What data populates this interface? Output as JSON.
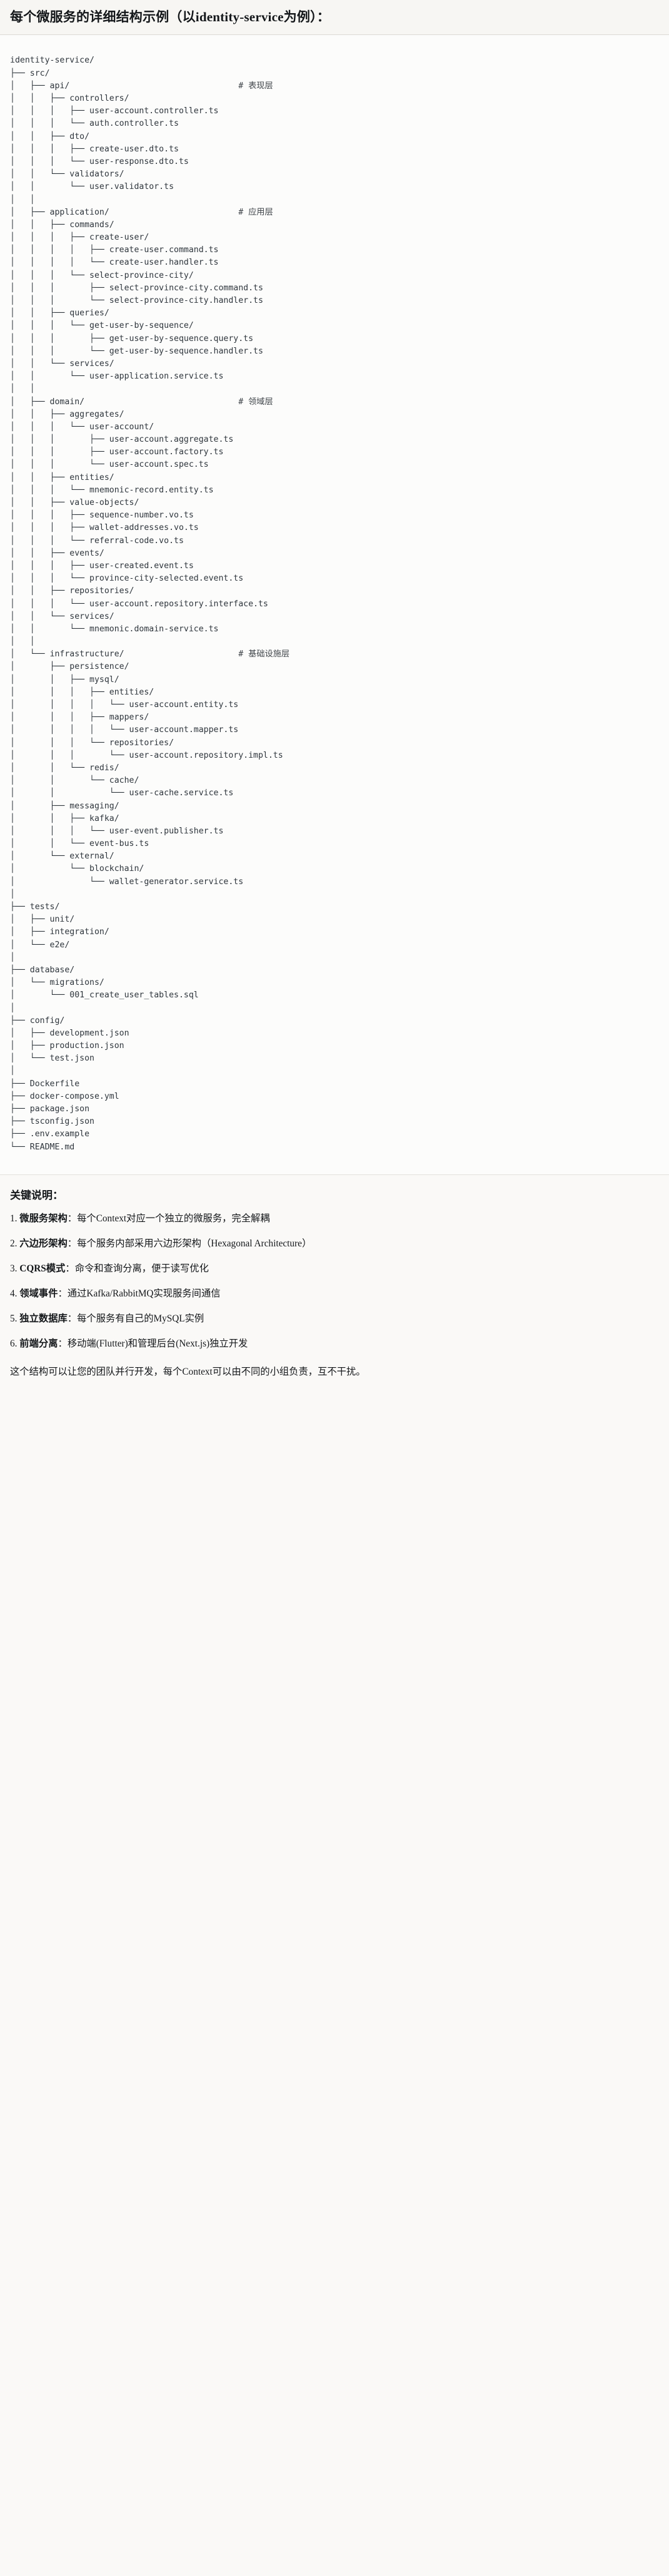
{
  "header": {
    "title": "每个微服务的详细结构示例（以identity-service为例）："
  },
  "tree": {
    "lines": [
      {
        "text": "identity-service/",
        "comment": ""
      },
      {
        "text": "├── src/",
        "comment": ""
      },
      {
        "text": "│   ├── api/",
        "comment": "# 表现层"
      },
      {
        "text": "│   │   ├── controllers/",
        "comment": ""
      },
      {
        "text": "│   │   │   ├── user-account.controller.ts",
        "comment": ""
      },
      {
        "text": "│   │   │   └── auth.controller.ts",
        "comment": ""
      },
      {
        "text": "│   │   ├── dto/",
        "comment": ""
      },
      {
        "text": "│   │   │   ├── create-user.dto.ts",
        "comment": ""
      },
      {
        "text": "│   │   │   └── user-response.dto.ts",
        "comment": ""
      },
      {
        "text": "│   │   └── validators/",
        "comment": ""
      },
      {
        "text": "│   │       └── user.validator.ts",
        "comment": ""
      },
      {
        "text": "│   │",
        "comment": ""
      },
      {
        "text": "│   ├── application/",
        "comment": "# 应用层"
      },
      {
        "text": "│   │   ├── commands/",
        "comment": ""
      },
      {
        "text": "│   │   │   ├── create-user/",
        "comment": ""
      },
      {
        "text": "│   │   │   │   ├── create-user.command.ts",
        "comment": ""
      },
      {
        "text": "│   │   │   │   └── create-user.handler.ts",
        "comment": ""
      },
      {
        "text": "│   │   │   └── select-province-city/",
        "comment": ""
      },
      {
        "text": "│   │   │       ├── select-province-city.command.ts",
        "comment": ""
      },
      {
        "text": "│   │   │       └── select-province-city.handler.ts",
        "comment": ""
      },
      {
        "text": "│   │   ├── queries/",
        "comment": ""
      },
      {
        "text": "│   │   │   └── get-user-by-sequence/",
        "comment": ""
      },
      {
        "text": "│   │   │       ├── get-user-by-sequence.query.ts",
        "comment": ""
      },
      {
        "text": "│   │   │       └── get-user-by-sequence.handler.ts",
        "comment": ""
      },
      {
        "text": "│   │   └── services/",
        "comment": ""
      },
      {
        "text": "│   │       └── user-application.service.ts",
        "comment": ""
      },
      {
        "text": "│   │",
        "comment": ""
      },
      {
        "text": "│   ├── domain/",
        "comment": "# 领域层"
      },
      {
        "text": "│   │   ├── aggregates/",
        "comment": ""
      },
      {
        "text": "│   │   │   └── user-account/",
        "comment": ""
      },
      {
        "text": "│   │   │       ├── user-account.aggregate.ts",
        "comment": ""
      },
      {
        "text": "│   │   │       ├── user-account.factory.ts",
        "comment": ""
      },
      {
        "text": "│   │   │       └── user-account.spec.ts",
        "comment": ""
      },
      {
        "text": "│   │   ├── entities/",
        "comment": ""
      },
      {
        "text": "│   │   │   └── mnemonic-record.entity.ts",
        "comment": ""
      },
      {
        "text": "│   │   ├── value-objects/",
        "comment": ""
      },
      {
        "text": "│   │   │   ├── sequence-number.vo.ts",
        "comment": ""
      },
      {
        "text": "│   │   │   ├── wallet-addresses.vo.ts",
        "comment": ""
      },
      {
        "text": "│   │   │   └── referral-code.vo.ts",
        "comment": ""
      },
      {
        "text": "│   │   ├── events/",
        "comment": ""
      },
      {
        "text": "│   │   │   ├── user-created.event.ts",
        "comment": ""
      },
      {
        "text": "│   │   │   └── province-city-selected.event.ts",
        "comment": ""
      },
      {
        "text": "│   │   ├── repositories/",
        "comment": ""
      },
      {
        "text": "│   │   │   └── user-account.repository.interface.ts",
        "comment": ""
      },
      {
        "text": "│   │   └── services/",
        "comment": ""
      },
      {
        "text": "│   │       └── mnemonic.domain-service.ts",
        "comment": ""
      },
      {
        "text": "│   │",
        "comment": ""
      },
      {
        "text": "│   └── infrastructure/",
        "comment": "# 基础设施层"
      },
      {
        "text": "│       ├── persistence/",
        "comment": ""
      },
      {
        "text": "│       │   ├── mysql/",
        "comment": ""
      },
      {
        "text": "│       │   │   ├── entities/",
        "comment": ""
      },
      {
        "text": "│       │   │   │   └── user-account.entity.ts",
        "comment": ""
      },
      {
        "text": "│       │   │   ├── mappers/",
        "comment": ""
      },
      {
        "text": "│       │   │   │   └── user-account.mapper.ts",
        "comment": ""
      },
      {
        "text": "│       │   │   └── repositories/",
        "comment": ""
      },
      {
        "text": "│       │   │       └── user-account.repository.impl.ts",
        "comment": ""
      },
      {
        "text": "│       │   └── redis/",
        "comment": ""
      },
      {
        "text": "│       │       └── cache/",
        "comment": ""
      },
      {
        "text": "│       │           └── user-cache.service.ts",
        "comment": ""
      },
      {
        "text": "│       ├── messaging/",
        "comment": ""
      },
      {
        "text": "│       │   ├── kafka/",
        "comment": ""
      },
      {
        "text": "│       │   │   └── user-event.publisher.ts",
        "comment": ""
      },
      {
        "text": "│       │   └── event-bus.ts",
        "comment": ""
      },
      {
        "text": "│       └── external/",
        "comment": ""
      },
      {
        "text": "│           └── blockchain/",
        "comment": ""
      },
      {
        "text": "│               └── wallet-generator.service.ts",
        "comment": ""
      },
      {
        "text": "│",
        "comment": ""
      },
      {
        "text": "├── tests/",
        "comment": ""
      },
      {
        "text": "│   ├── unit/",
        "comment": ""
      },
      {
        "text": "│   ├── integration/",
        "comment": ""
      },
      {
        "text": "│   └── e2e/",
        "comment": ""
      },
      {
        "text": "│",
        "comment": ""
      },
      {
        "text": "├── database/",
        "comment": ""
      },
      {
        "text": "│   └── migrations/",
        "comment": ""
      },
      {
        "text": "│       └── 001_create_user_tables.sql",
        "comment": ""
      },
      {
        "text": "│",
        "comment": ""
      },
      {
        "text": "├── config/",
        "comment": ""
      },
      {
        "text": "│   ├── development.json",
        "comment": ""
      },
      {
        "text": "│   ├── production.json",
        "comment": ""
      },
      {
        "text": "│   └── test.json",
        "comment": ""
      },
      {
        "text": "│",
        "comment": ""
      },
      {
        "text": "├── Dockerfile",
        "comment": ""
      },
      {
        "text": "├── docker-compose.yml",
        "comment": ""
      },
      {
        "text": "├── package.json",
        "comment": ""
      },
      {
        "text": "├── tsconfig.json",
        "comment": ""
      },
      {
        "text": "├── .env.example",
        "comment": ""
      },
      {
        "text": "└── README.md",
        "comment": ""
      }
    ],
    "comment_column": 46
  },
  "notes": {
    "title": "关键说明：",
    "items": [
      {
        "num": "1.",
        "key": "微服务架构",
        "sep": "：",
        "text": "每个Context对应一个独立的微服务，完全解耦"
      },
      {
        "num": "2.",
        "key": "六边形架构",
        "sep": "：",
        "text": "每个服务内部采用六边形架构（Hexagonal Architecture）"
      },
      {
        "num": "3.",
        "key": "CQRS模式",
        "sep": "：",
        "text": "命令和查询分离，便于读写优化"
      },
      {
        "num": "4.",
        "key": "领域事件",
        "sep": "：",
        "text": "通过Kafka/RabbitMQ实现服务间通信"
      },
      {
        "num": "5.",
        "key": "独立数据库",
        "sep": "：",
        "text": "每个服务有自己的MySQL实例"
      },
      {
        "num": "6.",
        "key": "前端分离",
        "sep": "：",
        "text": "移动端(Flutter)和管理后台(Next.js)独立开发"
      }
    ],
    "closing": "这个结构可以让您的团队并行开发，每个Context可以由不同的小组负责，互不干扰。"
  },
  "colors": {
    "page_bg": "#faf9f7",
    "header_bg": "#f7f6f3",
    "code_bg": "#fcfcfb",
    "text": "#14171a",
    "code_text": "#2f363d",
    "border": "#dcdad5"
  }
}
